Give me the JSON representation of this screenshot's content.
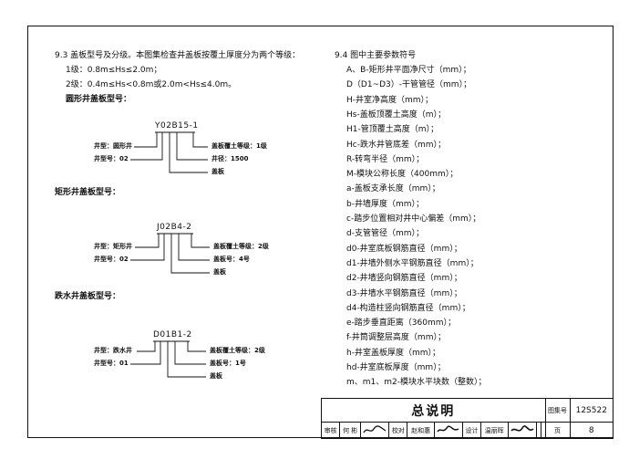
{
  "left": {
    "heading": "9.3  盖板型号及分级。本图集检查井盖板按覆土厚度分为两个等级：",
    "grade1": "1级：0.8m≤Hs≤2.0m；",
    "grade2": "2级：0.4m≤Hs<0.8m或2.0m<Hs≤4.0m。",
    "round_title": "圆形井盖板型号：",
    "round": {
      "code": "Y02B15-1",
      "l1": "井型：圆形井",
      "l2": "井型号：02",
      "r1": "盖板覆土等级：1级",
      "r2": "井径：1500",
      "r3": "盖板"
    },
    "rect_title": "矩形井盖板型号：",
    "rect": {
      "code": "J02B4-2",
      "l1": "井型：矩形井",
      "l2": "井型号：02",
      "r1": "盖板覆土等级：2级",
      "r2": "盖板号：4号",
      "r3": "盖板"
    },
    "drop_title": "跌水井盖板型号：",
    "drop": {
      "code": "D01B1-2",
      "l1": "井型：跌水井",
      "l2": "井型号：01",
      "r1": "盖板覆土等级：2级",
      "r2": "盖板号：1号",
      "r3": "盖板"
    }
  },
  "right": {
    "heading": "9.4  图中主要参数符号",
    "items": [
      "A、B-矩形井平面净尺寸（mm）；",
      "D（D1~D3）-干管管径（mm）；",
      "H-井室净高度（mm）；",
      "Hs-盖板顶覆土高度（m）；",
      "H1-管顶覆土高度（m）；",
      "Hc-跌水井管底差（mm）；",
      "R-转弯半径（mm）；",
      "M-模块公称长度（400mm）；",
      "a-盖板支承长度（mm）；",
      "b-井墙厚度（mm）；",
      "c-踏步位置相对井中心偏差（mm）；",
      "d-支管管径（mm）；",
      "d0-井室底板钢筋直径（mm）；",
      "d1-井墙外侧水平钢筋直径（mm）；",
      "d2-井墙竖向钢筋直径（mm）；",
      "d3-井墙水平钢筋直径（mm）；",
      "d4-构造柱竖向钢筋直径（mm）；",
      "e-踏步垂直距离（360mm）；",
      "f-井筒调整层高度（mm）；",
      "h-井室盖板厚度（mm）；",
      "hd-井室底板厚度（mm）；",
      "m、m1、m2-模块水平块数（整数）；"
    ]
  },
  "titleblock": {
    "title": "总说明",
    "atlas_label": "图集号",
    "atlas_no": "12S522",
    "page_label": "页",
    "page_no": "8",
    "review": "审核",
    "reviewer": "何  彬",
    "check": "校对",
    "checker": "赵和惠",
    "design": "设计",
    "designer": "温丽晖"
  }
}
